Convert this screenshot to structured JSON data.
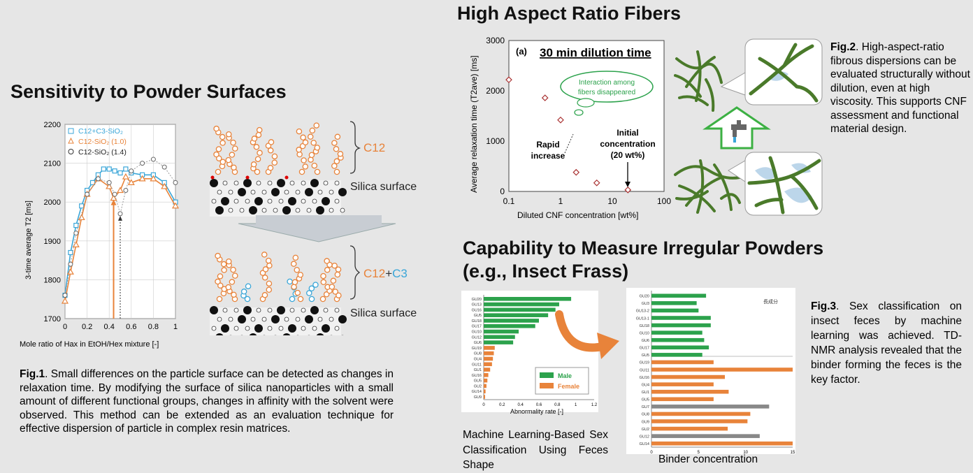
{
  "section1": {
    "title": "Sensitivity to Powder Surfaces",
    "caption_label": "Fig.1",
    "caption_text": ". Small differences on the particle surface can be detected as changes in relaxation time. By modifying the surface of silica nanoparticles with a small amount of different functional groups, changes in affinity with the solvent were observed. This method can be extended as an evaluation technique for effective dispersion of particle in complex resin matrices.",
    "diagram": {
      "top_label": "C12",
      "bottom_label_a": "C12",
      "bottom_label_plus": "+",
      "bottom_label_b": "C3",
      "surface_top": "Silica surface",
      "surface_bottom": "Silica surface"
    }
  },
  "section2": {
    "title": "High Aspect Ratio Fibers",
    "caption_label": "Fig.2",
    "caption_text": ". High-aspect-ratio fibrous dispersions can be evaluated structurally without dilution, even at high viscosity. This supports CNF assessment and functional material design.",
    "chart_panel_label": "(a)",
    "chart_heading": "30 min dilution time",
    "bubble_line1": "Interaction among",
    "bubble_line2": "fibers disappeared",
    "annot_rapid1": "Rapid",
    "annot_rapid2": "increase",
    "annot_init1": "Initial",
    "annot_init2": "concentration",
    "annot_init3": "(20 wt%)"
  },
  "section3": {
    "title_line1": "Capability to Measure Irregular Powders",
    "title_line2": "(e.g., Insect Frass)",
    "caption_label": "Fig.3",
    "caption_text": ". Sex classification on insect feces by machine learning was achieved. TD-NMR analysis revealed that the binder forming the feces is the key factor.",
    "ml_caption": "Machine Learning-Based Sex Classification Using Feces Shape",
    "binder_caption": "Binder concentration",
    "binder_corner": "長成分",
    "legend_male": "Male",
    "legend_female": "Female"
  },
  "colors": {
    "c12": "#e8833a",
    "c3": "#3aa6d8",
    "male": "#2ca24c",
    "female": "#e8833a",
    "gray": "#888888",
    "fiber": "#4a7a2a",
    "arrow_green": "#3cb043"
  },
  "chart_data": [
    {
      "type": "line",
      "xlabel": "Mole ratio of Hax in EtOH/Hex mixture [-]",
      "ylabel": "3-time average T2 [ms]",
      "xlim": [
        0,
        1
      ],
      "ylim": [
        1700,
        2200
      ],
      "xticks": [
        "0",
        "0.2",
        "0.4",
        "0.6",
        "0.8",
        "1"
      ],
      "yticks": [
        "1700",
        "1800",
        "1900",
        "2000",
        "2100",
        "2200"
      ],
      "legend_position": "top-left",
      "series": [
        {
          "name": "C12+C3-SiO2",
          "legend": "C12+C3-SiO₂",
          "color": "#3aa6d8",
          "marker": "square",
          "x": [
            0,
            0.05,
            0.1,
            0.15,
            0.2,
            0.25,
            0.3,
            0.35,
            0.4,
            0.45,
            0.5,
            0.55,
            0.6,
            0.7,
            0.8,
            0.9,
            1.0
          ],
          "y": [
            1760,
            1870,
            1940,
            1990,
            2030,
            2050,
            2070,
            2085,
            2085,
            2080,
            2075,
            2085,
            2075,
            2070,
            2070,
            2050,
            2000
          ]
        },
        {
          "name": "C12-SiO2 (1.0)",
          "legend": "C12-SiO₂ (1.0)",
          "color": "#e8833a",
          "marker": "triangle",
          "x": [
            0,
            0.05,
            0.1,
            0.15,
            0.2,
            0.3,
            0.4,
            0.44,
            0.5,
            0.55,
            0.6,
            0.7,
            0.8,
            0.9,
            1.0
          ],
          "y": [
            1745,
            1820,
            1890,
            1960,
            2020,
            2060,
            2040,
            2010,
            2030,
            2065,
            2050,
            2060,
            2060,
            2040,
            1990
          ]
        },
        {
          "name": "C12-SiO2 (1.4)",
          "legend": "C12-SiO₂ (1.4)",
          "color": "#999999",
          "marker": "circle",
          "x": [
            0,
            0.05,
            0.1,
            0.2,
            0.3,
            0.4,
            0.45,
            0.5,
            0.55,
            0.6,
            0.7,
            0.8,
            0.9,
            1.0
          ],
          "y": [
            1760,
            1840,
            1920,
            2020,
            2060,
            2050,
            2020,
            1970,
            2030,
            2080,
            2100,
            2110,
            2090,
            2050
          ]
        }
      ],
      "annotations": [
        {
          "x": 0.44,
          "type": "arrow"
        },
        {
          "x": 0.5,
          "type": "dotted-arrow"
        }
      ]
    },
    {
      "type": "scatter",
      "xlabel": "Diluted CNF concentration [wt%]",
      "ylabel": "Average relaxation time (T2ave) [ms]",
      "xscale": "log",
      "xlim": [
        0.1,
        100
      ],
      "ylim": [
        0,
        3000
      ],
      "xticks": [
        "0.1",
        "1",
        "10",
        "100"
      ],
      "yticks": [
        "0",
        "1000",
        "2000",
        "3000"
      ],
      "series": [
        {
          "name": "",
          "x": [
            0.1,
            0.5,
            1,
            2,
            5,
            20
          ],
          "y": [
            2220,
            1860,
            1420,
            380,
            170,
            30
          ]
        }
      ]
    },
    {
      "type": "bar",
      "orientation": "horizontal",
      "xlabel": "Abnormality rate [-]",
      "xlim": [
        0,
        1.2
      ],
      "xticks": [
        "0",
        "0.2",
        "0.4",
        "0.6",
        "0.8",
        "1",
        "1.2"
      ],
      "categories": [
        "GU20",
        "GU13",
        "GU16",
        "GU5",
        "GU18",
        "GU17",
        "GU10",
        "GU12",
        "GU6",
        "GU19",
        "GU8",
        "GU4",
        "GU11",
        "GU1",
        "GU16",
        "GU5",
        "GU2",
        "GU14",
        "GU9"
      ],
      "values": [
        0.95,
        0.82,
        0.78,
        0.7,
        0.6,
        0.56,
        0.38,
        0.34,
        0.32,
        0.12,
        0.11,
        0.1,
        0.09,
        0.07,
        0.05,
        0.04,
        0.03,
        0.02,
        0.015
      ],
      "sex": [
        "M",
        "M",
        "M",
        "M",
        "M",
        "M",
        "M",
        "M",
        "M",
        "F",
        "F",
        "F",
        "F",
        "F",
        "F",
        "F",
        "F",
        "F",
        "F"
      ]
    },
    {
      "type": "bar",
      "orientation": "horizontal",
      "xlim": [
        0,
        15
      ],
      "xticks": [
        "0",
        "5",
        "10",
        "15"
      ],
      "categories": [
        "GU20",
        "GU3",
        "GU13-2",
        "GU13-1",
        "GU18",
        "GU10",
        "GU6",
        "GU17",
        "GU5",
        "GU19",
        "GU11",
        "GU16",
        "GU4",
        "GU1",
        "GU5",
        "GU7",
        "GU8",
        "GU9",
        "GU2",
        "GU12",
        "GU14"
      ],
      "values": [
        5.8,
        4.8,
        5.0,
        6.3,
        6.3,
        5.4,
        5.6,
        6.1,
        5.4,
        6.6,
        15.0,
        7.8,
        6.6,
        8.2,
        6.6,
        12.5,
        10.5,
        10.2,
        8.1,
        11.5,
        15.0
      ],
      "group": [
        "M",
        "M",
        "M",
        "M",
        "M",
        "M",
        "M",
        "M",
        "M",
        "F",
        "F",
        "F",
        "F",
        "F",
        "F",
        "G",
        "F",
        "F",
        "F",
        "G",
        "F"
      ]
    }
  ]
}
